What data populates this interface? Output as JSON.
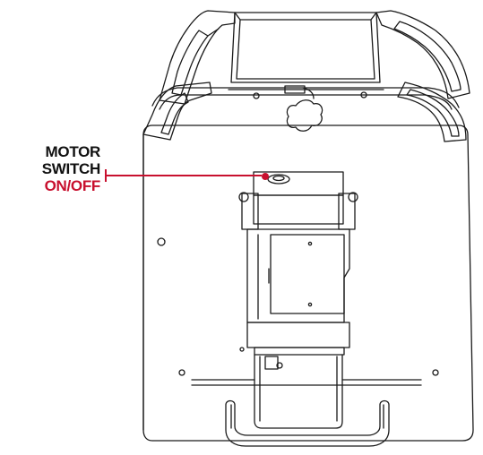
{
  "callout": {
    "line1": "MOTOR",
    "line2": "SWITCH",
    "line3": "ON/OFF"
  },
  "colors": {
    "accent": "#c8102e",
    "label": "#111111",
    "stroke": "#1a1a1a",
    "background": "#ffffff"
  },
  "icons": {
    "switch": "motor-switch-icon",
    "knob": "star-knob-icon"
  }
}
